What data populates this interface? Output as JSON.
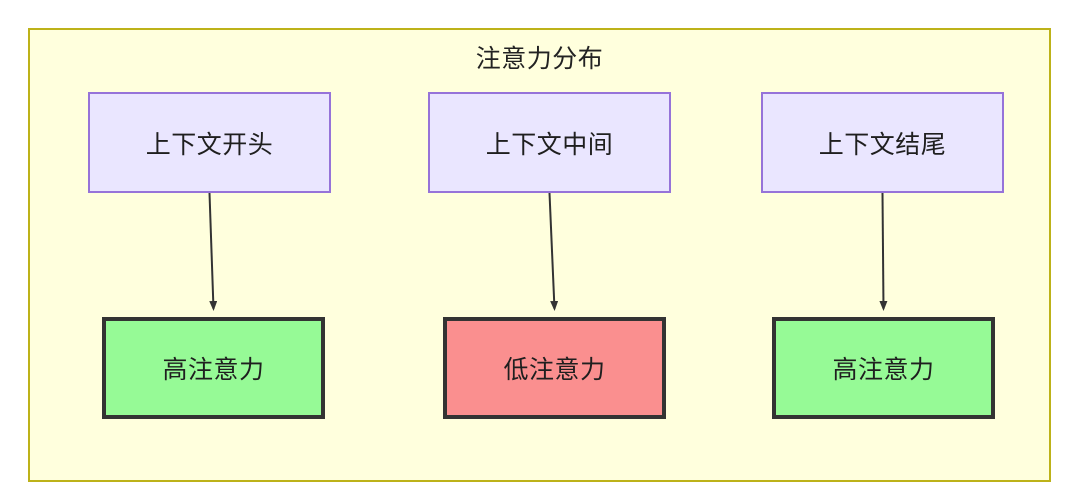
{
  "diagram": {
    "title": "注意力分布",
    "container": {
      "fill": "#ffffdd",
      "border_color": "#bdb219"
    },
    "context_nodes": [
      {
        "id": "ctx-begin",
        "label": "上下文开头",
        "fill": "#eae6ff",
        "border_color": "#9673d9"
      },
      {
        "id": "ctx-middle",
        "label": "上下文中间",
        "fill": "#eae6ff",
        "border_color": "#9673d9"
      },
      {
        "id": "ctx-end",
        "label": "上下文结尾",
        "fill": "#eae6ff",
        "border_color": "#9673d9"
      }
    ],
    "attention_nodes": [
      {
        "id": "attn-high-1",
        "label": "高注意力",
        "fill": "#96fa96",
        "border_color": "#333333",
        "level": "high"
      },
      {
        "id": "attn-low-1",
        "label": "低注意力",
        "fill": "#fa8f8f",
        "border_color": "#333333",
        "level": "low"
      },
      {
        "id": "attn-high-2",
        "label": "高注意力",
        "fill": "#96fa96",
        "border_color": "#333333",
        "level": "high"
      }
    ],
    "edges": [
      {
        "from": "ctx-begin",
        "to": "attn-high-1",
        "style": "arrow"
      },
      {
        "from": "ctx-middle",
        "to": "attn-low-1",
        "style": "arrow"
      },
      {
        "from": "ctx-end",
        "to": "attn-high-2",
        "style": "arrow"
      }
    ],
    "edge_color": "#333333"
  }
}
